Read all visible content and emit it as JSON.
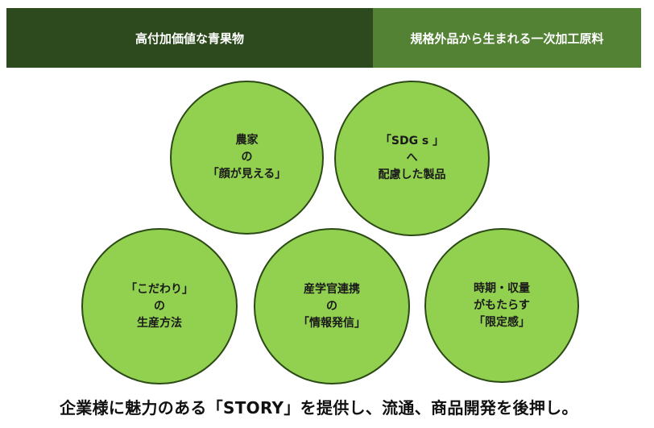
{
  "header": {
    "left_tab": "高付加価値な青果物",
    "right_tab": "規格外品から生まれる一次加工原料"
  },
  "circles": [
    {
      "lines": [
        "農家",
        "の",
        "「顔が見える」"
      ]
    },
    {
      "lines": [
        "「SDG s 」",
        "へ",
        "配慮した製品"
      ]
    },
    {
      "lines": [
        "「こだわり」",
        "の",
        "生産方法"
      ]
    },
    {
      "lines": [
        "産学官連携",
        "の",
        "「情報発信」"
      ]
    },
    {
      "lines": [
        "時期・収量",
        "がもたらす",
        "「限定感」"
      ]
    }
  ],
  "tagline": "企業様に魅力のある「STORY」を提供し、流通、商品開発を後押し。",
  "colors": {
    "left_tab": "#2c4a1d",
    "right_tab": "#548235",
    "circle_fill": "#92d050",
    "circle_border": "#2b4a16"
  }
}
